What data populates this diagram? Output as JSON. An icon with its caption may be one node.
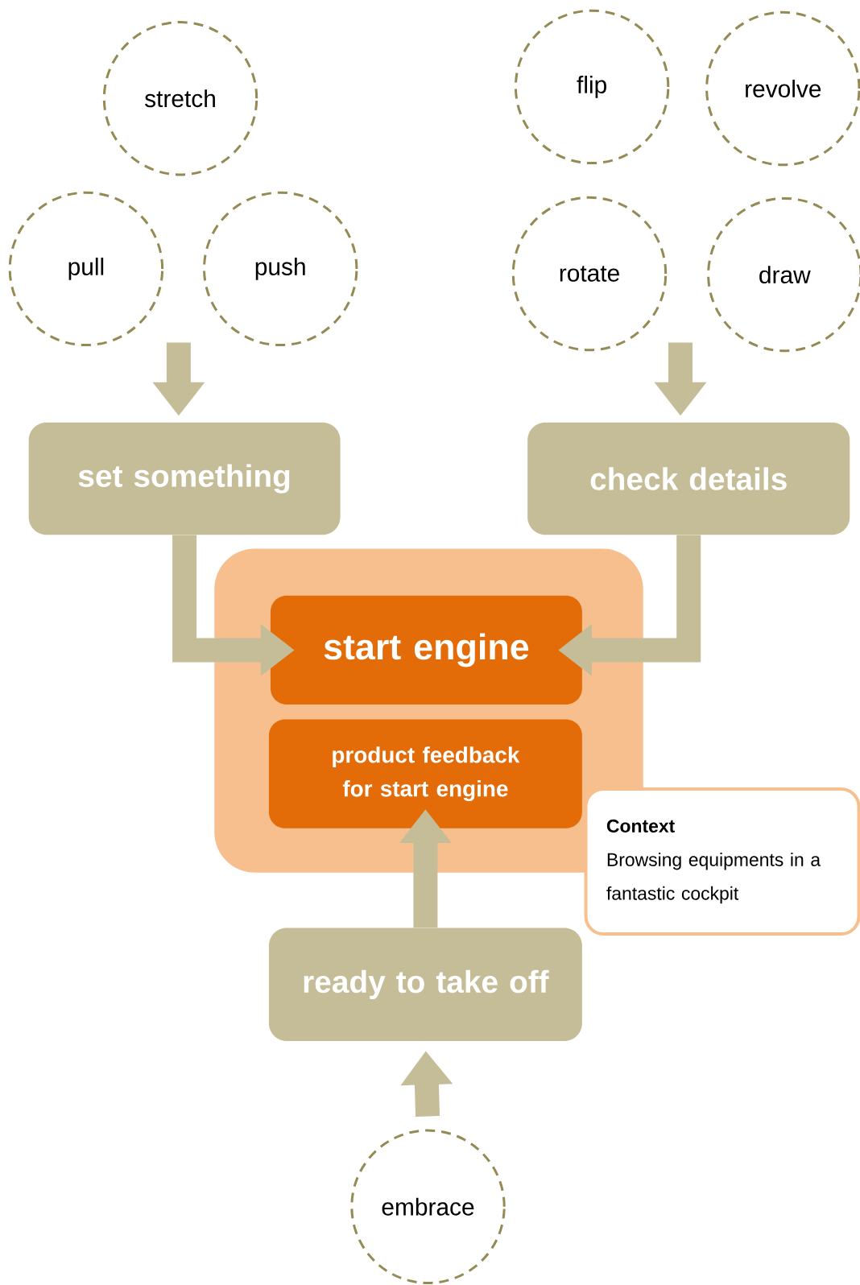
{
  "diagram": {
    "nodes": [
      {
        "text": [
          "stretch"
        ]
      },
      {
        "text": [
          "pull"
        ]
      },
      {
        "text": [
          "push"
        ]
      },
      {
        "text": [
          "flip"
        ]
      },
      {
        "text": [
          "revolve"
        ]
      },
      {
        "text": [
          "rotate"
        ]
      },
      {
        "text": [
          "draw"
        ]
      },
      {
        "text": [
          "set something"
        ]
      },
      {
        "text": [
          "check details"
        ]
      },
      {
        "text": [],
        "shape": "box"
      },
      {
        "text": [
          "start engine"
        ],
        "in": 9
      },
      {
        "text": [
          "product feedback for start engine"
        ],
        "in": 9
      },
      {
        "text": [
          "Context",
          "Browsing equipments in a fantastic cockpit"
        ]
      },
      {
        "text": [
          "ready to take off"
        ]
      },
      {
        "text": [
          "embrace"
        ]
      }
    ],
    "edges": [
      {
        "from": null,
        "to": 7,
        "arrow": "to"
      },
      {
        "from": null,
        "to": 8,
        "arrow": "to"
      },
      {
        "from": 7,
        "to": 10,
        "arrow": "to"
      },
      {
        "from": 8,
        "to": 10,
        "arrow": "to"
      },
      {
        "from": 13,
        "to": 11,
        "arrow": "to"
      },
      {
        "from": 14,
        "to": 13,
        "arrow": "to"
      }
    ]
  }
}
